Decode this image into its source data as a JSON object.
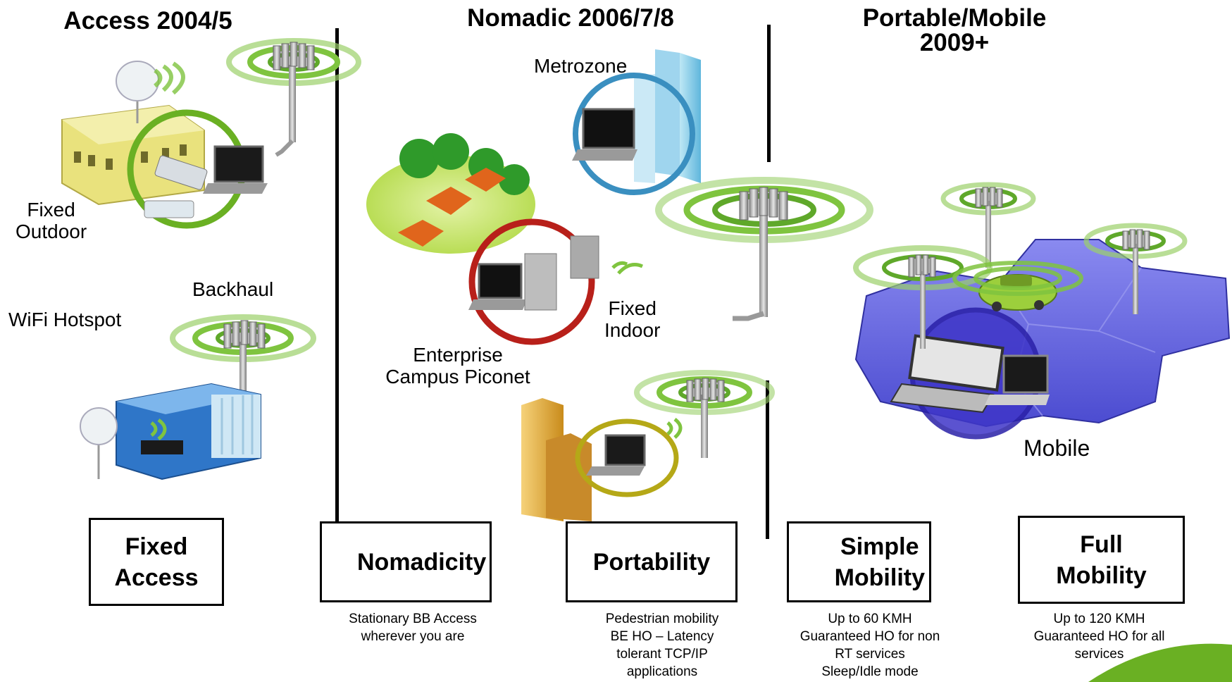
{
  "eras": {
    "access": "Access 2004/5",
    "nomadic": "Nomadic 2006/7/8",
    "portable_mobile_line1": "Portable/Mobile",
    "portable_mobile_line2": "2009+"
  },
  "scene_labels": {
    "fixed_outdoor_line1": "Fixed",
    "fixed_outdoor_line2": "Outdoor",
    "backhaul": "Backhaul",
    "wifi_hotspot": "WiFi Hotspot",
    "metrozone": "Metrozone",
    "fixed_indoor_line1": "Fixed",
    "fixed_indoor_line2": "Indoor",
    "enterprise_line1": "Enterprise",
    "enterprise_line2": "Campus Piconet",
    "mobile": "Mobile"
  },
  "stages": [
    {
      "line1": "Fixed",
      "line2": "Access",
      "desc": []
    },
    {
      "line1": "Nomadicity",
      "line2": "",
      "desc": [
        "Stationary BB Access",
        "wherever you are"
      ]
    },
    {
      "line1": "Portability",
      "line2": "",
      "desc": [
        "Pedestrian mobility",
        "BE HO – Latency",
        "tolerant TCP/IP",
        "applications"
      ]
    },
    {
      "line1": "Simple",
      "line2": "Mobility",
      "desc": [
        "Up to 60 KMH",
        "Guaranteed HO for non",
        "RT services",
        "Sleep/Idle mode"
      ]
    },
    {
      "line1": "Full",
      "line2": "Mobility",
      "desc": [
        "Up to 120 KMH",
        "Guaranteed HO for all",
        "services"
      ]
    }
  ],
  "colors": {
    "signal_green": "#7fc43f",
    "ring_green": "#6ab023",
    "ring_blue": "#3a8fc0",
    "ring_red": "#b8201a",
    "ring_olive": "#b5a817",
    "ring_indigo": "#3a2ec2",
    "hex_blue": "#6b6be0"
  }
}
